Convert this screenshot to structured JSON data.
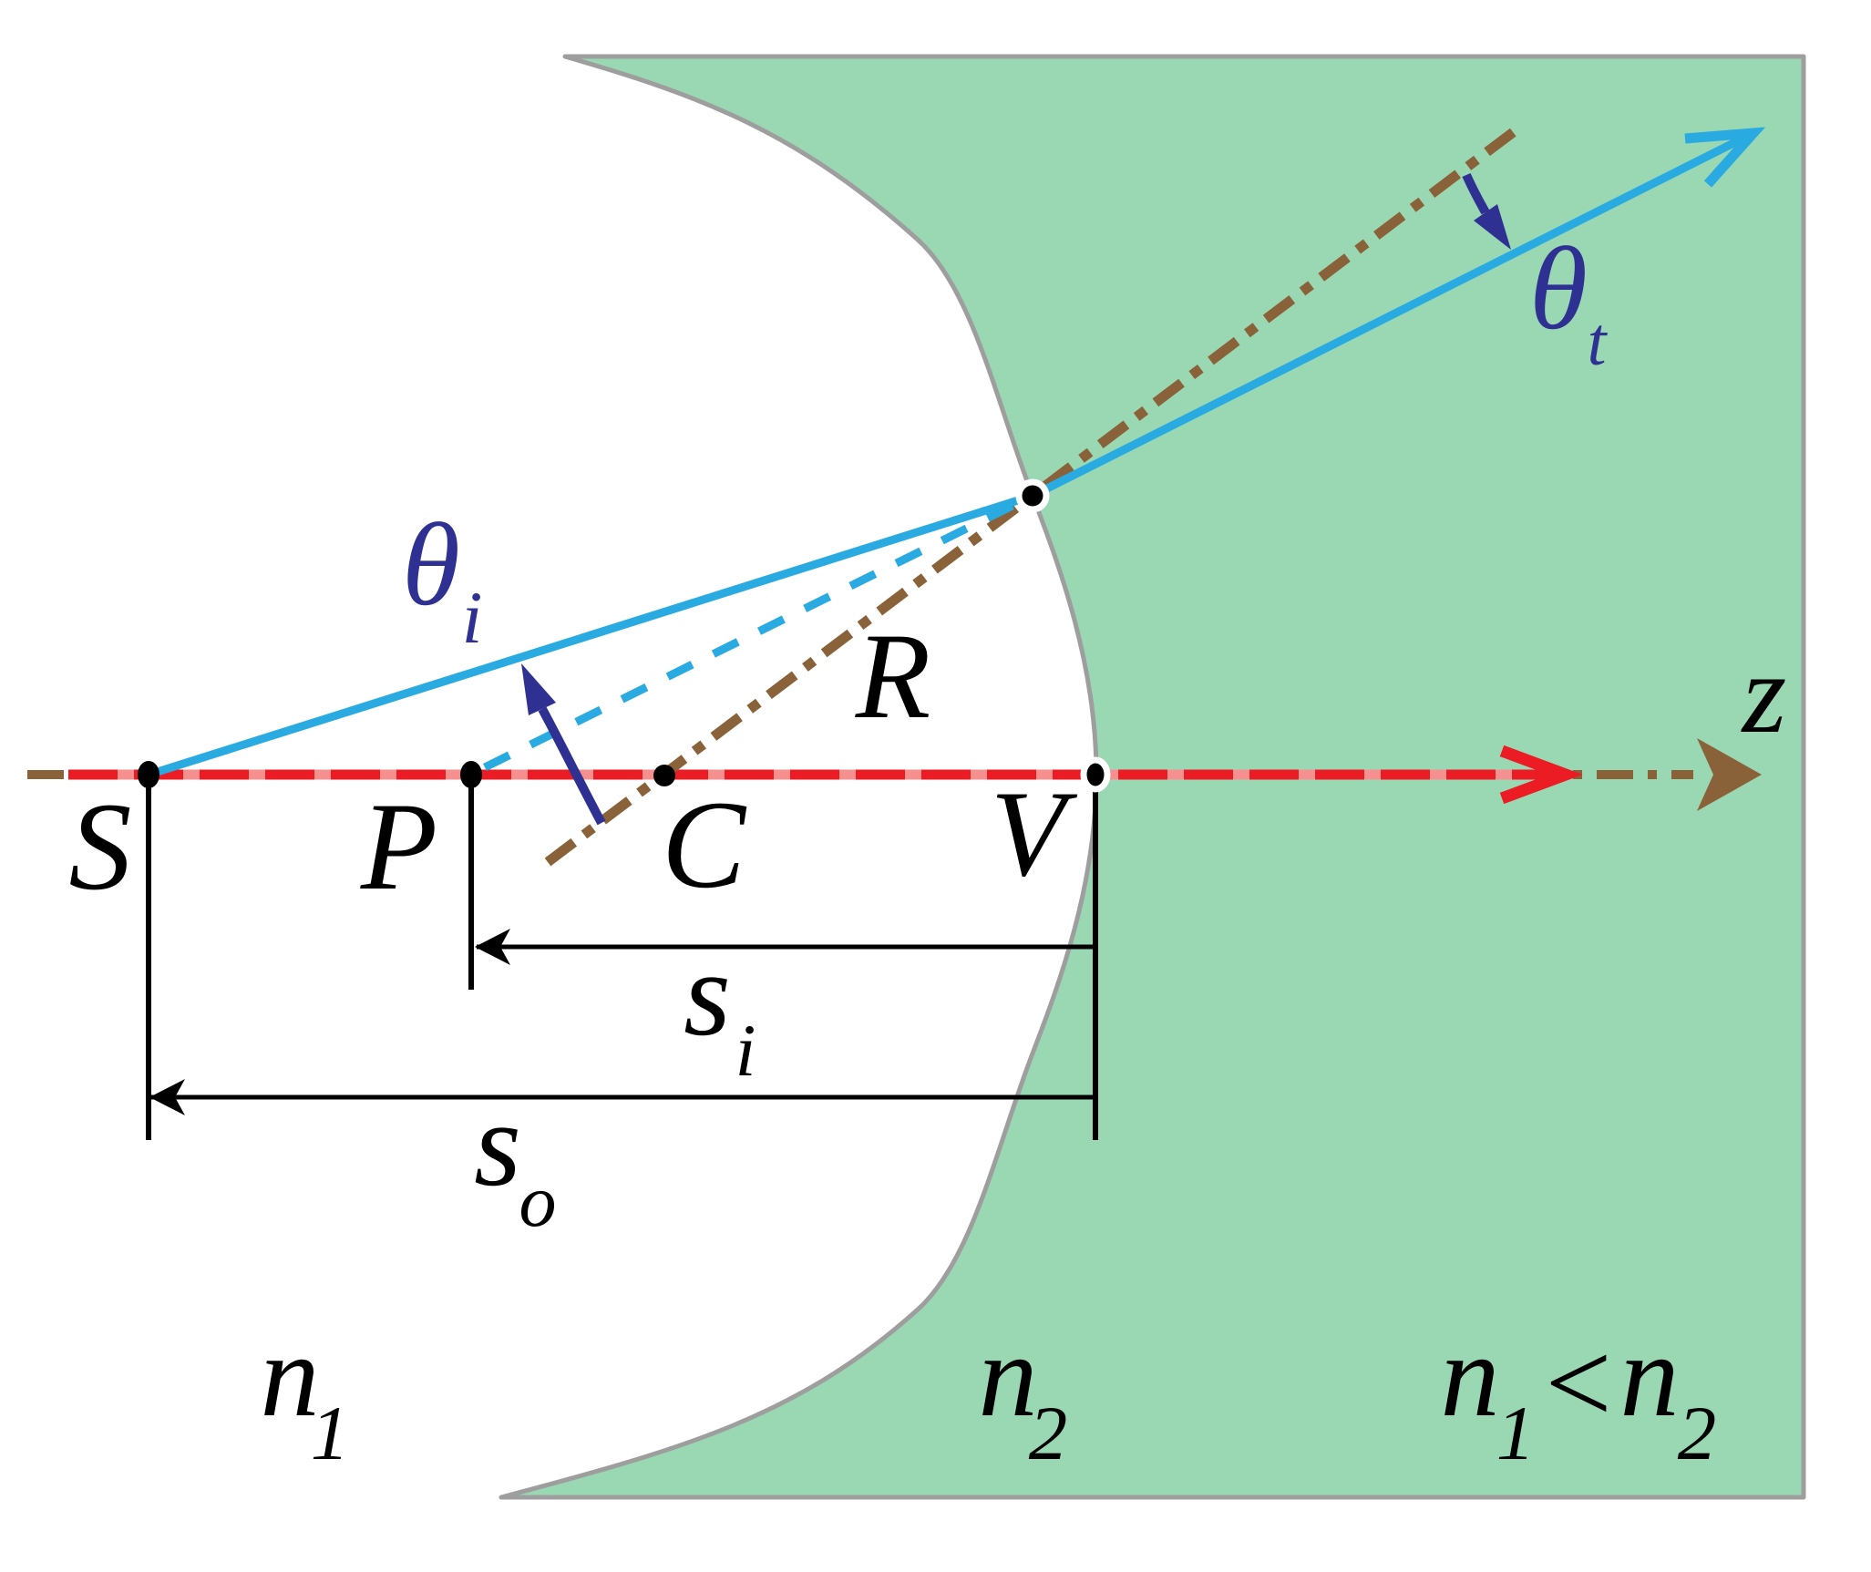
{
  "labels": {
    "source_point": "S",
    "image_point": "P",
    "center_of_curvature": "C",
    "vertex": "V",
    "radius": "R",
    "optical_axis": "z",
    "theta_incident": {
      "symbol": "θ",
      "subscript": "i"
    },
    "theta_transmitted": {
      "symbol": "θ",
      "subscript": "t"
    },
    "image_distance": {
      "symbol": "s",
      "subscript": "i"
    },
    "object_distance": {
      "symbol": "s",
      "subscript": "o"
    },
    "medium1_index": {
      "symbol": "n",
      "subscript": "1"
    },
    "medium2_index": {
      "symbol": "n",
      "subscript": "2"
    },
    "index_relation": {
      "lhs": "n",
      "lhs_sub": "1",
      "operator": "<",
      "rhs": "n",
      "rhs_sub": "2"
    }
  },
  "colors": {
    "medium2_green": "#9ad8b4",
    "boundary_gray": "#9e9e9e",
    "axis_red": "#ec1c24",
    "axis_red_pale": "#f5908e",
    "ray_cyan": "#29abe2",
    "normal_brown": "#8a6239",
    "angle_navy": "#2e3192",
    "ink_black": "#000000",
    "background_white": "#ffffff"
  }
}
